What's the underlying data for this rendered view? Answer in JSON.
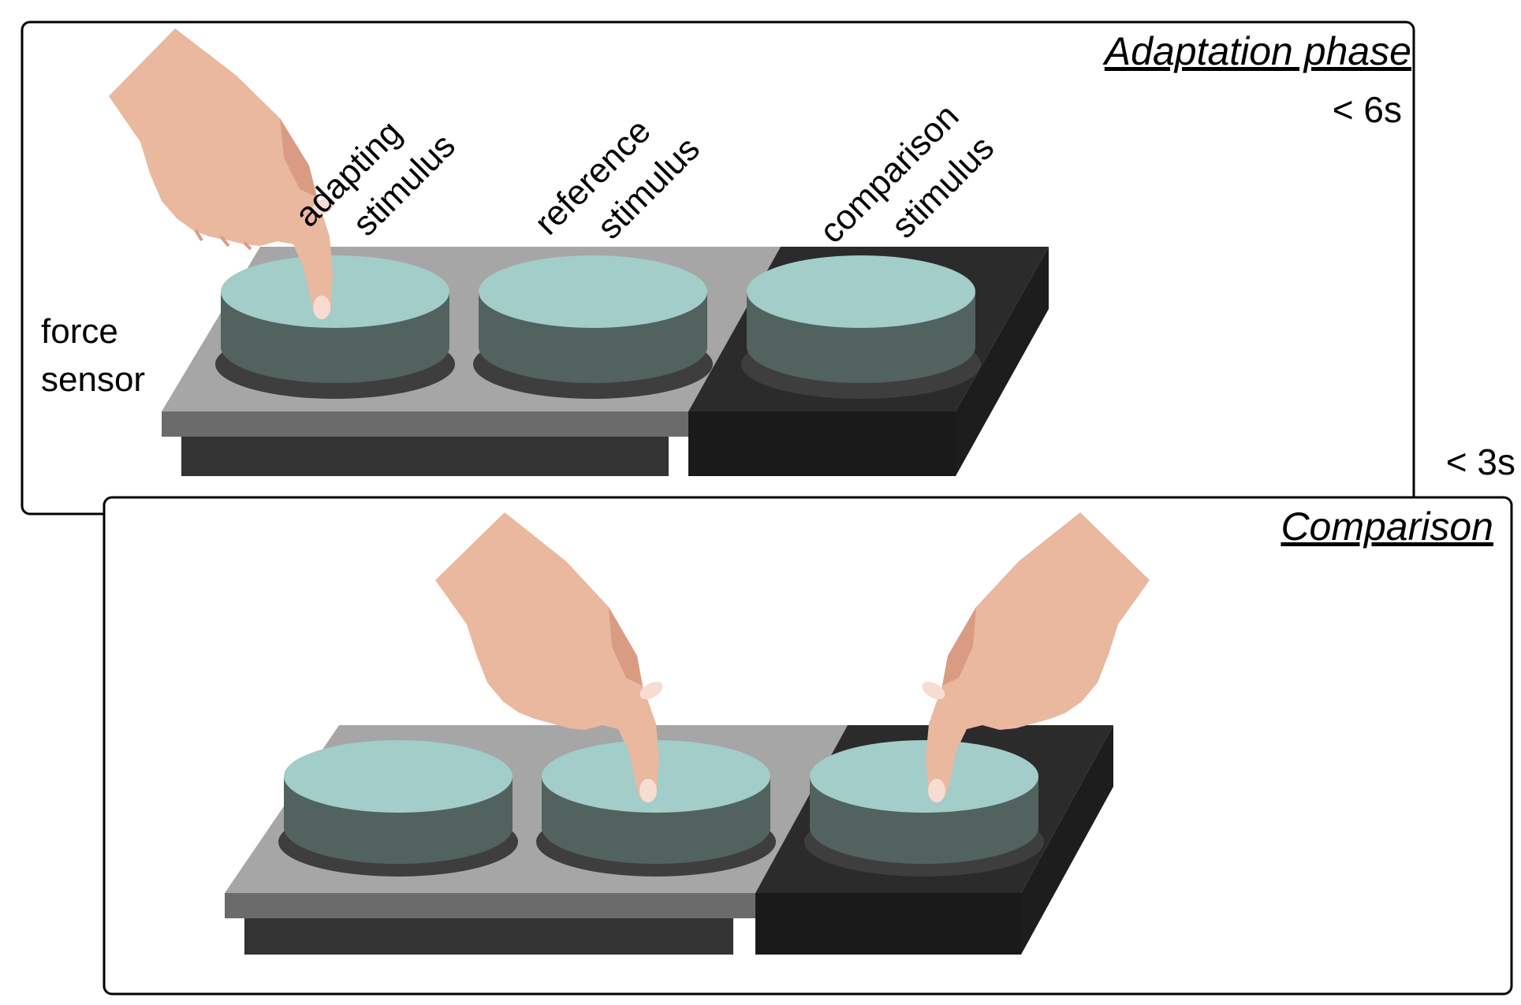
{
  "panels": {
    "adaptation": {
      "title": "Adaptation phase",
      "duration": "< 6s",
      "labels": {
        "force_sensor_line1": "force",
        "force_sensor_line2": "sensor",
        "adapting_line1": "adapting",
        "adapting_line2": "stimulus",
        "reference_line1": "reference",
        "reference_line2": "stimulus",
        "comparison_line1": "comparison",
        "comparison_line2": "stimulus"
      }
    },
    "interval": "< 3s",
    "comparison": {
      "title": "Comparison"
    }
  },
  "colors": {
    "platform_light_top": "#a6a6a6",
    "platform_light_front": "#6b6b6b",
    "platform_light_base": "#333333",
    "platform_dark_top": "#2b2b2b",
    "platform_dark_side": "#1d1d1d",
    "platform_dark_front": "#1a1a1a",
    "disc_top": "#a2cdc9",
    "disc_side": "#52625e",
    "disc_ring": "#3e3e3e",
    "skin": "#e9b89f",
    "skin_shade": "#d99c82",
    "nail": "#f7dcd2",
    "frame": "#000000"
  }
}
